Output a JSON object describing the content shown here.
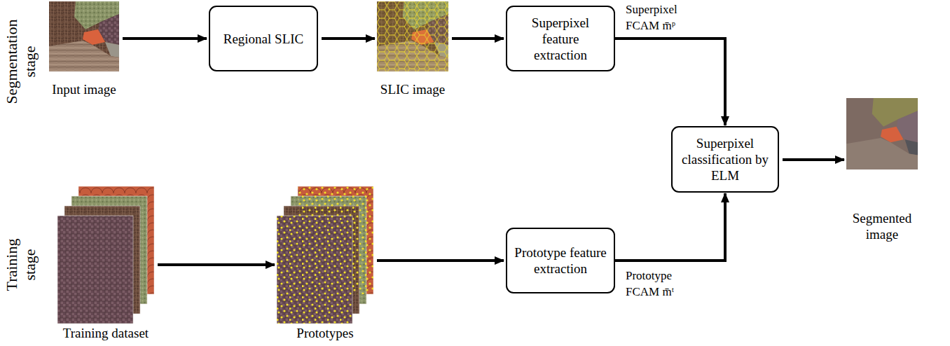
{
  "diagram": {
    "nodes": [
      {
        "text": [
          "Input image"
        ]
      },
      {
        "text": [
          "Regional SLIC"
        ]
      },
      {
        "text": [
          "SLIC image"
        ]
      },
      {
        "text": [
          "Superpixel feature extraction"
        ]
      },
      {
        "text": [
          "Superpixel classification by ELM"
        ]
      },
      {
        "text": [
          "Segmented image"
        ]
      },
      {
        "text": [
          "Training dataset"
        ]
      },
      {
        "text": [
          "Prototypes"
        ]
      },
      {
        "text": [
          "Prototype feature extraction"
        ]
      }
    ],
    "edges": [
      {
        "from": 0,
        "to": 1,
        "arrow": "to"
      },
      {
        "from": 1,
        "to": 2,
        "arrow": "to"
      },
      {
        "from": 2,
        "to": 3,
        "arrow": "to"
      },
      {
        "from": 3,
        "to": 4,
        "arrow": "to",
        "label": "Superpixel FCAM m̄ᵖ"
      },
      {
        "from": 4,
        "to": 5,
        "arrow": "to"
      },
      {
        "from": 6,
        "to": 7,
        "arrow": "to"
      },
      {
        "from": 7,
        "to": 8,
        "arrow": "to"
      },
      {
        "from": 8,
        "to": 4,
        "arrow": "to",
        "label": "Prototype FCAM m̄ᵗ"
      }
    ],
    "labels": [
      "Segmentation stage",
      "Training stage"
    ]
  }
}
